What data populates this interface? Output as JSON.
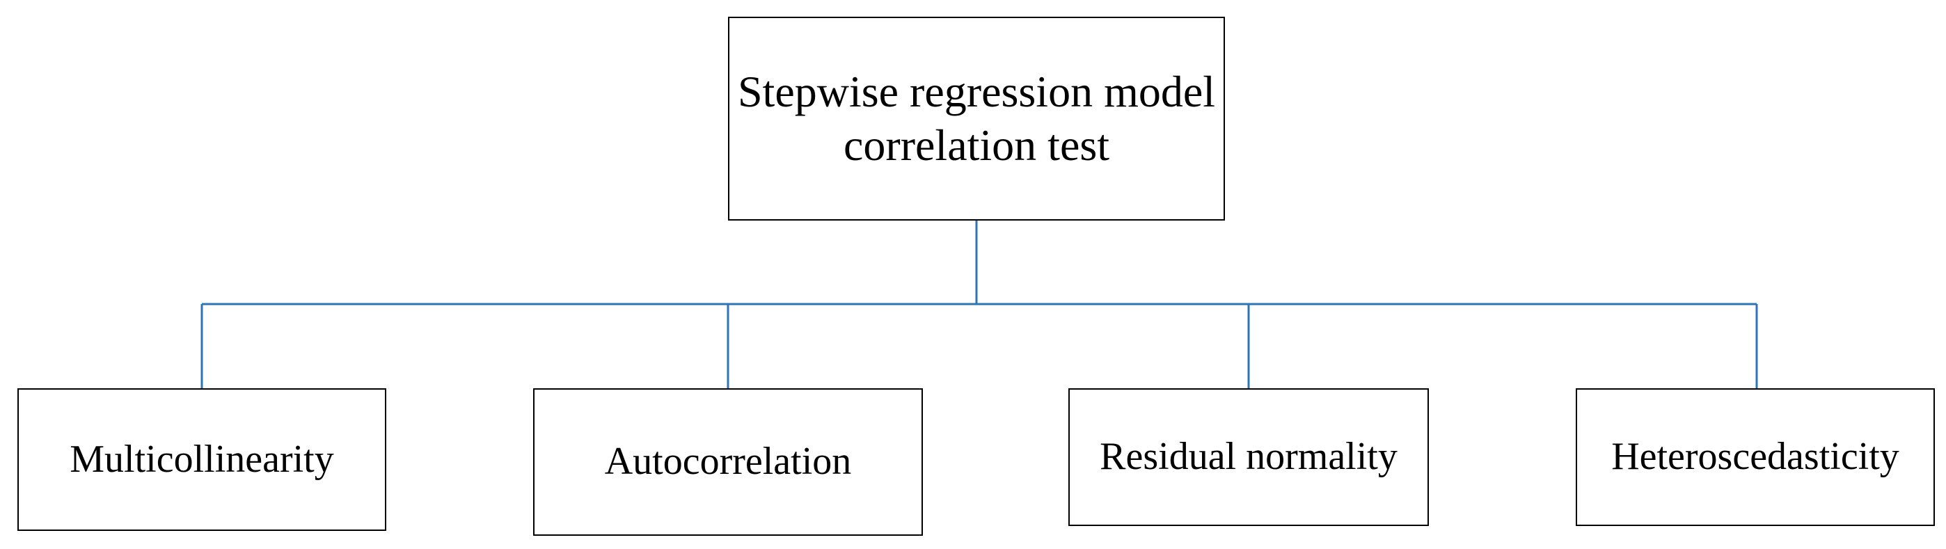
{
  "diagram": {
    "root": {
      "label_line1": "Stepwise regression model",
      "label_line2": "correlation test"
    },
    "children": [
      {
        "label": "Multicollinearity"
      },
      {
        "label": "Autocorrelation"
      },
      {
        "label": "Residual normality"
      },
      {
        "label": "Heteroscedasticity"
      }
    ]
  },
  "colors": {
    "connector": "#2e75b6",
    "box_border": "#000000",
    "text": "#000000",
    "background": "#ffffff"
  }
}
